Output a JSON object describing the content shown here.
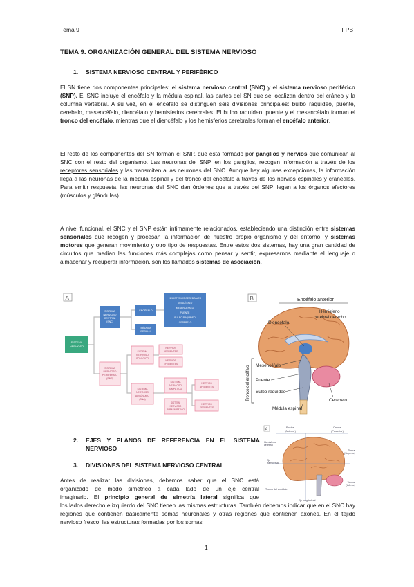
{
  "header": {
    "left": "Tema 9",
    "right": "FPB"
  },
  "title": "TEMA 9. ORGANIZACIÓN GENERAL DEL SISTEMA NERVIOSO",
  "section1": {
    "number": "1.",
    "title": "SISTEMA NERVIOSO CENTRAL Y PERIFÉRICO"
  },
  "p1": {
    "t1": "El SN tiene dos componentes principales: el ",
    "b1": "sistema nervioso central (SNC)",
    "t2": " y el ",
    "b2": "sistema nervioso periférico (SNP).",
    "t3": " El SNC incluye el encéfalo y la médula espinal, las partes del SN que se localizan dentro del cráneo y la columna vertebral. A su vez, en el encéfalo se distinguen seis divisiones principales: bulbo raquídeo, puente, cerebelo, mesencéfalo, diencéfalo y hemisferios cerebrales. El bulbo raquídeo, puente y el mesencéfalo forman el ",
    "b3": "tronco del encéfalo",
    "t4": ", mientras que el diencéfalo y los hemisferios cerebrales forman el ",
    "b4": "encéfalo anterior",
    "t5": "."
  },
  "p2": {
    "t1": "El resto de los componentes del SN forman el SNP, que está formado por ",
    "b1": "ganglios y nervios",
    "t2": " que comunican al SNC con el resto del organismo. Las neuronas del SNP, en los ganglios, recogen información a través de los ",
    "u1": "receptores sensoriales",
    "t3": " y las transmiten a las neuronas del SNC. Aunque hay algunas excepciones, la información llega a las neuronas de la médula espinal y del tronco del encéfalo a través de los nervios espinales y craneales. Para emitir respuesta, las neuronas del SNC dan órdenes que a través del SNP llegan a los ",
    "u2": "órganos efectores",
    "t4": " (músculos y glándulas)."
  },
  "p3": {
    "t1": "A nivel funcional, el SNC y el SNP están íntimamente relacionados, estableciendo una distinción entre ",
    "b1": "sistemas sensoriales",
    "t2": " que recogen y procesan la información de nuestro propio organismo y del entorno, y ",
    "b2": "sistemas motores",
    "t3": " que generan movimiento y otro tipo de respuestas. Entre estos dos sistemas, hay una gran cantidad de circuitos que median las funciones más complejas como pensar y sentir, expresarnos mediante el lenguaje o almacenar y recuperar información, son los llamados ",
    "b3": "sistemas de asociación",
    "t4": "."
  },
  "figA": {
    "label": "A",
    "root": [
      "SISTEMA",
      "NERVIOSO"
    ],
    "snc": [
      "SISTEMA",
      "NERVIOSO",
      "CENTRAL",
      "(SNC)"
    ],
    "snp": [
      "SISTEMA",
      "NERVIOSO",
      "PERIFÉRICO",
      "(SNP)"
    ],
    "encefalo": "ENCÉFALO",
    "medula": [
      "MÉDULA",
      "ESPINAL"
    ],
    "encefalo_parts": [
      "HEMISFERIOS CEREBRALES",
      "DIENCÉFALO",
      "MESENCÉFALO",
      "PUENTE",
      "BULBO RAQUÍDEO",
      "CEREBELO"
    ],
    "somatico": [
      "SISTEMA",
      "NERVIOSO",
      "SOMÁTICO"
    ],
    "autonomo": [
      "SISTEMA",
      "NERVIOSO",
      "AUTÓNOMO",
      "(SNA)"
    ],
    "aferentes": [
      "NERVIOS",
      "AFERENTES"
    ],
    "eferentes": [
      "NERVIOS",
      "EFERENTES"
    ],
    "simpatico": [
      "SISTEMA",
      "NERVIOSO",
      "SIMPÁTICO"
    ],
    "parasimpatico": [
      "SISTEMA",
      "NERVIOSO",
      "PARASIMPÁTICO"
    ],
    "aferentes2": [
      "NERVIOS",
      "AFERENTES"
    ],
    "eferentes2": [
      "NERVIOS",
      "EFERENTES"
    ]
  },
  "figB": {
    "label": "B",
    "encefalo_anterior": "Encéfalo anterior",
    "diencefalo": "Diencéfalo",
    "hemisferio": [
      "Hemisferio",
      "cerebral derecho"
    ],
    "tronco": "Tronco del encéfalo",
    "mesencefalo": "Mesencéfalo",
    "puente": "Puente",
    "bulbo": "Bulbo raquídeo",
    "cerebelo": "Cerebelo",
    "medula": "Médula espinal"
  },
  "figC": {
    "label": "A",
    "rostral": [
      "Rostral",
      "(Anterior)"
    ],
    "caudal": [
      "Caudal",
      "(Posterior)"
    ],
    "dorsal": [
      "Dorsal",
      "(Superior)"
    ],
    "ventral": [
      "Ventral",
      "(Inferior)"
    ],
    "hemisferio": [
      "Hemisferio",
      "cerebral"
    ],
    "eje_transversal": [
      "Eje",
      "transversal"
    ],
    "tronco": "Tronco del encéfalo",
    "eje_long": "Eje longitudinal"
  },
  "section2": {
    "number": "2.",
    "line1": "EJES Y PLANOS DE REFERENCIA EN EL SISTEMA",
    "line2": "NERVIOSO"
  },
  "section3": {
    "number": "3.",
    "title": "DIVISIONES DEL SISTEMA NERVIOSO CENTRAL"
  },
  "p4": {
    "l1": "Antes de realizar las divisiones, debemos saber que el SNC está",
    "l2": "organizado de modo simétrico a cada lado de un eje central",
    "l3a": "imaginario. El ",
    "l3b": "principio general de simetría lateral",
    "l3c": " significa que",
    "rest": "los lados derecho e izquierdo del SNC tienen las mismas estructuras. También debemos indicar que en el SNC hay regiones que contienen básicamente somas neuronales y otras regiones que contienen axones. En el tejido nervioso fresco, las estructuras formadas por los somas"
  },
  "page_number": "1",
  "colors": {
    "blue": "#4a7fc4",
    "teal": "#39a87f",
    "pink": "#e98aa1",
    "brain": "#e6a06b"
  }
}
